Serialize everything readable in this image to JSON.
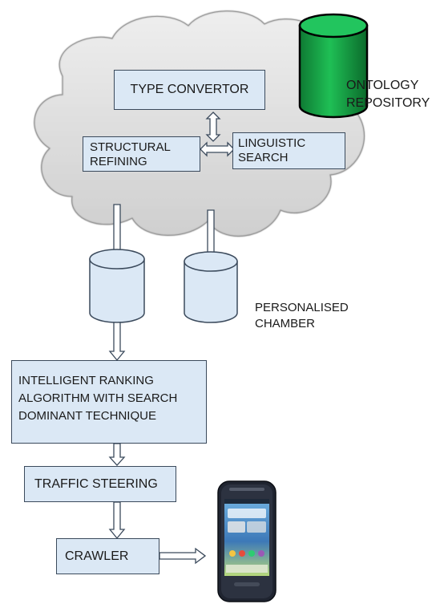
{
  "diagram": {
    "type_convertor": "TYPE CONVERTOR",
    "structural_refining": "STRUCTURAL REFINING",
    "linguistic_search": "LINGUISTIC SEARCH",
    "ontology_repository": "ONTOLOGY REPOSITORY",
    "personalised_chamber": "PERSONALISED CHAMBER",
    "ranking_algorithm": "INTELLIGENT RANKING ALGORITHM WITH SEARCH DOMINANT TECHNIQUE",
    "traffic_steering": "TRAFFIC STEERING",
    "crawler": "CRAWLER"
  },
  "colors": {
    "box_fill": "#dbe8f5",
    "cylinder_fill": "#dbe8f5",
    "ontology_cylinder": "#17a34a",
    "cloud_fill": "#dcdcdc",
    "outline": "#3b4a5c"
  },
  "icons": {
    "phone": "smartphone-icon",
    "cloud": "cloud-shape"
  }
}
